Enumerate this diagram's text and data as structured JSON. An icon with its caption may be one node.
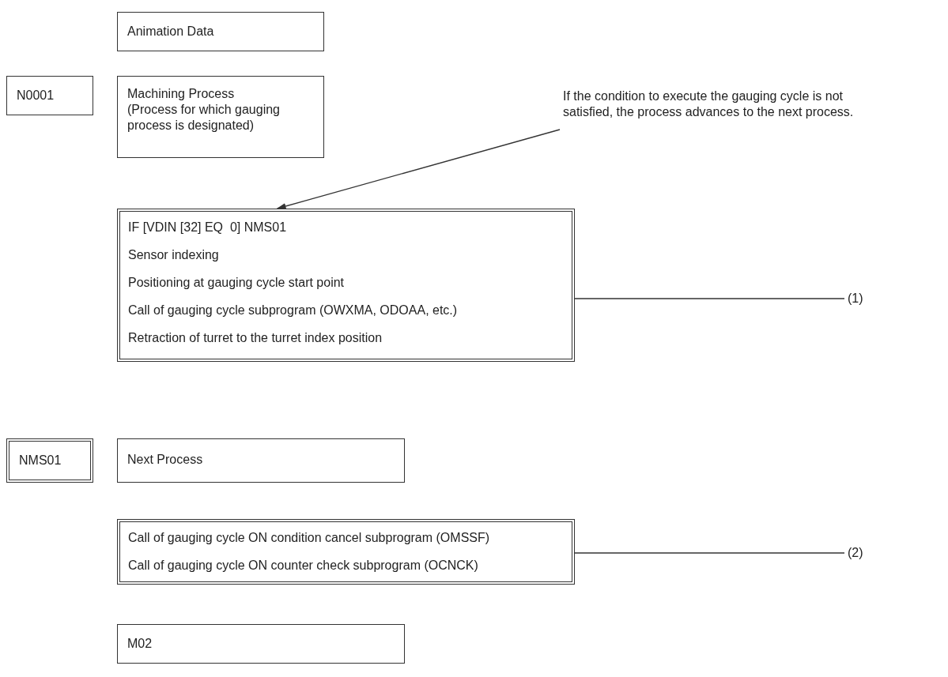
{
  "diagram": {
    "nodes": [
      {
        "text": [
          "Animation Data"
        ]
      },
      {
        "text": [
          "N0001"
        ]
      },
      {
        "text": [
          "Machining Process",
          "(Process for which gauging process is designated)"
        ]
      },
      {
        "text": [
          "If the condition to execute the gauging cycle is not satisfied, the process advances to the next process."
        ]
      },
      {
        "text": [
          "IF [VDIN [32] EQ  0] NMS01",
          "Sensor indexing",
          "Positioning at gauging cycle start point",
          "Call of gauging cycle subprogram (OWXMA, ODOAA, etc.)",
          "Retraction of turret to the turret index position"
        ]
      },
      {
        "text": [
          "(1)"
        ]
      },
      {
        "text": [
          "NMS01"
        ]
      },
      {
        "text": [
          "Next Process"
        ]
      },
      {
        "text": [
          "Call of gauging cycle ON condition cancel subprogram (OMSSF)",
          "Call of gauging cycle ON counter check subprogram (OCNCK)"
        ]
      },
      {
        "text": [
          "(2)"
        ]
      },
      {
        "text": [
          "M02"
        ]
      }
    ],
    "edges": [
      {
        "from": 3,
        "to": 4,
        "arrow": "to"
      },
      {
        "from": 5,
        "to": 4,
        "arrow": "none"
      },
      {
        "from": 9,
        "to": 8,
        "arrow": "none"
      }
    ]
  }
}
